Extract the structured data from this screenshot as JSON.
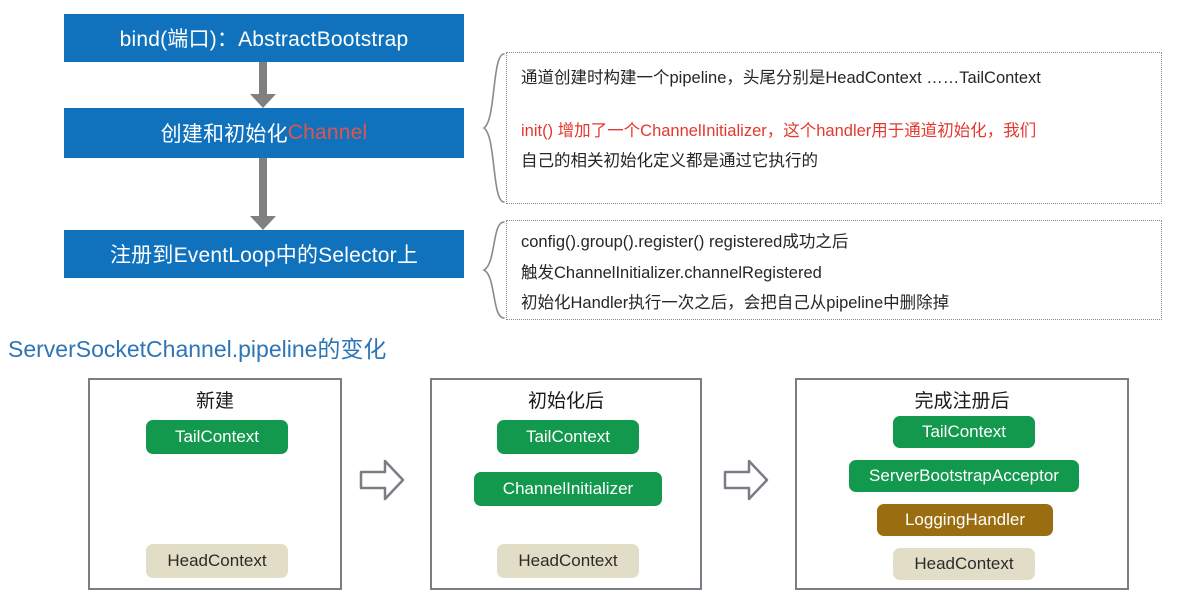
{
  "flow": {
    "steps": [
      {
        "id": "bind",
        "text": "bind(端口)：AbstractBootstrap",
        "accent": ""
      },
      {
        "id": "create-init-channel",
        "text": "创建和初始化",
        "accent": "Channel"
      },
      {
        "id": "register-selector",
        "text": "注册到EventLoop中的Selector上",
        "accent": ""
      }
    ],
    "box_color": "#1072bd",
    "accent_color": "#e0544b",
    "arrow_color": "#808080"
  },
  "notes": [
    {
      "id": "channel-init-note",
      "lines": [
        {
          "text": "通道创建时构建一个pipeline，头尾分别是HeadContext ……TailContext",
          "color": "normal"
        },
        {
          "text": "",
          "color": "gap"
        },
        {
          "text": "init() 增加了一个ChannelInitializer，这个handler用于通道初始化，我们",
          "color": "red"
        },
        {
          "text": "自己的相关初始化定义都是通过它执行的",
          "color": "normal"
        }
      ]
    },
    {
      "id": "register-note",
      "lines": [
        {
          "text": "config().group().register() registered成功之后",
          "color": "normal"
        },
        {
          "text": "触发ChannelInitializer.channelRegistered",
          "color": "normal"
        },
        {
          "text": "初始化Handler执行一次之后，会把自己从pipeline中删除掉",
          "color": "normal"
        }
      ]
    }
  ],
  "section": {
    "heading": "ServerSocketChannel.pipeline的变化",
    "heading_color": "#2e75b6"
  },
  "pipelines": {
    "colors": {
      "green": "#12994e",
      "brown": "#9a6d10",
      "beige": "#e2ddc6",
      "panel_border": "#7c7c85",
      "arrow_outline": "#7c7c85"
    },
    "panels": [
      {
        "id": "panel-new",
        "title": "新建",
        "chips": [
          {
            "label": "TailContext",
            "style": "green"
          },
          {
            "label": "HeadContext",
            "style": "beige"
          }
        ]
      },
      {
        "id": "panel-after-init",
        "title": "初始化后",
        "chips": [
          {
            "label": "TailContext",
            "style": "green"
          },
          {
            "label": "ChannelInitializer",
            "style": "green"
          },
          {
            "label": "HeadContext",
            "style": "beige"
          }
        ]
      },
      {
        "id": "panel-after-register",
        "title": "完成注册后",
        "chips": [
          {
            "label": "TailContext",
            "style": "green"
          },
          {
            "label": "ServerBootstrapAcceptor",
            "style": "green"
          },
          {
            "label": "LoggingHandler",
            "style": "brown"
          },
          {
            "label": "HeadContext",
            "style": "beige"
          }
        ]
      }
    ],
    "transitions": [
      {
        "id": "arrow-new-to-init",
        "icon": "right-block-arrow-icon"
      },
      {
        "id": "arrow-init-to-register",
        "icon": "right-block-arrow-icon"
      }
    ]
  }
}
